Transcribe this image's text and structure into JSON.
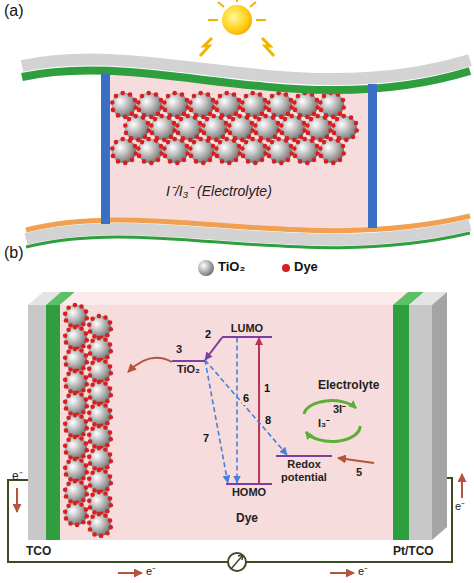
{
  "diagram": {
    "nodes": [
      {
        "text": [
          "LUMO"
        ]
      },
      {
        "text": [
          "TiO₂"
        ]
      },
      {
        "text": [
          "HOMO"
        ]
      },
      {
        "text": [
          "Redox potential"
        ]
      }
    ],
    "edges": [
      {
        "from": 2,
        "to": 0,
        "arrow": "to",
        "label": "1"
      },
      {
        "from": 0,
        "to": 1,
        "arrow": "to",
        "label": "2"
      },
      {
        "from": 0,
        "to": 2,
        "arrow": "to",
        "label": "6"
      },
      {
        "from": 1,
        "to": 2,
        "arrow": "to",
        "label": "7"
      },
      {
        "from": 1,
        "to": 3,
        "arrow": "to",
        "label": "8"
      }
    ],
    "labels": [
      "(a)",
      "I⁻/I₃⁻ (Electrolyte)",
      "(b)",
      "3",
      "Dye",
      "Electrolyte",
      "3I⁻",
      "I₃⁻",
      "5",
      "TCO",
      "Pt/TCO",
      "e⁻",
      "e⁻",
      "e⁻",
      "e⁻"
    ],
    "legend": [
      {
        "text": "TiO₂"
      },
      {
        "text": "Dye",
        "color": "#d42020"
      }
    ]
  }
}
